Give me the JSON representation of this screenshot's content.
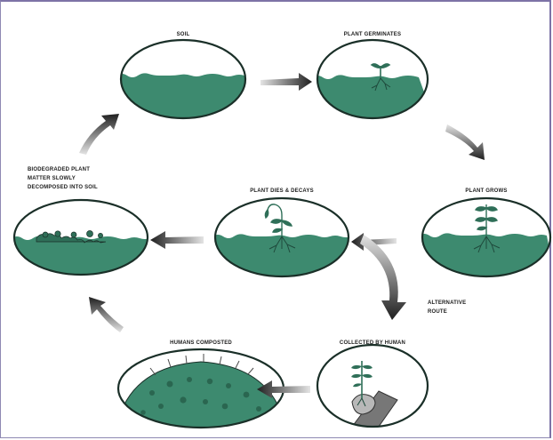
{
  "colors": {
    "frame": "#7d73a6",
    "soil": "#3d8a6f",
    "soil_dark": "#2f6f58",
    "outline": "#1a2f28",
    "arrow_dark": "#2a2a2a",
    "arrow_light": "#d9d9d9"
  },
  "stages": {
    "soil": {
      "label": "SOIL"
    },
    "germinates": {
      "label": "PLANT GERMINATES"
    },
    "grows": {
      "label": "PLANT GROWS"
    },
    "dies": {
      "label": "PLANT DIES & DECAYS"
    },
    "decomposed": {
      "label_lines": [
        "BIODEGRADED PLANT",
        "MATTER SLOWLY",
        "DECOMPOSED INTO SOIL"
      ]
    },
    "collected": {
      "label": "COLLECTED BY HUMAN"
    },
    "humans_compost": {
      "label": "HUMANS COMPOSTED"
    }
  },
  "alternative_route": {
    "label_lines": [
      "ALTERNATIVE",
      "ROUTE"
    ]
  }
}
